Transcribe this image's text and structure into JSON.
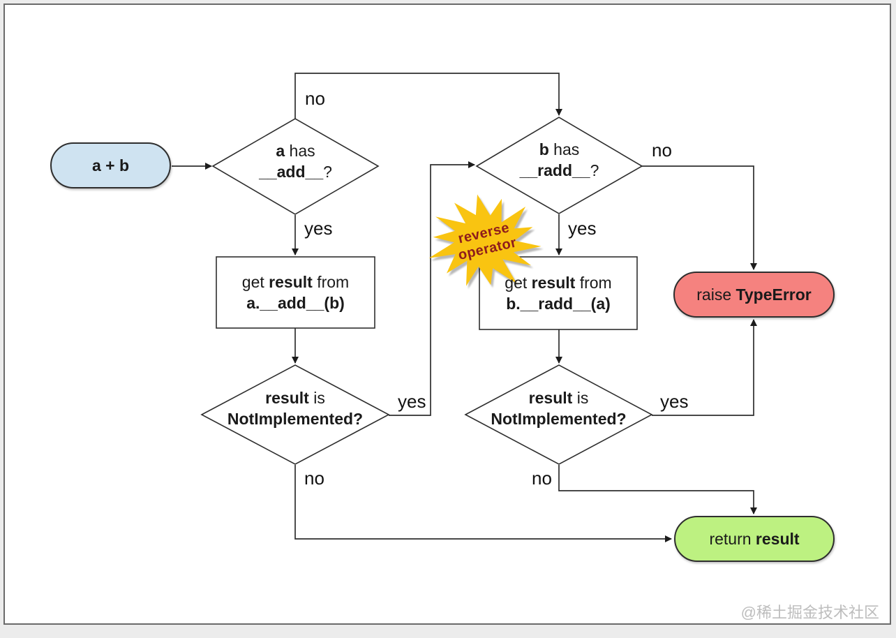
{
  "diagram": {
    "nodes": {
      "start": {
        "label": "a + b"
      },
      "check_add": {
        "line1_bold": "a",
        "line1_rest": " has",
        "line2_bold": "__add__",
        "line2_rest": "?"
      },
      "check_radd": {
        "line1_bold": "b",
        "line1_rest": " has",
        "line2_bold": "__radd__",
        "line2_rest": "?"
      },
      "get_add": {
        "line1_pre": "get ",
        "line1_bold": "result",
        "line1_post": " from",
        "line2_bold": "a.__add__(b)"
      },
      "get_radd": {
        "line1_pre": "get ",
        "line1_bold": "result",
        "line1_post": " from",
        "line2_bold": "b.__radd__(a)"
      },
      "check_notimpl_left": {
        "line1_bold": "result",
        "line1_rest": " is",
        "line2_bold": "NotImplemented?"
      },
      "check_notimpl_right": {
        "line1_bold": "result",
        "line1_rest": " is",
        "line2_bold": "NotImplemented?"
      },
      "raise_typeerror": {
        "pre": "raise ",
        "bold": "TypeError"
      },
      "return_result": {
        "pre": "return ",
        "bold": "result"
      }
    },
    "edge_labels": {
      "no_top": "no",
      "yes_add": "yes",
      "yes_radd": "yes",
      "no_radd": "no",
      "yes_left_notimpl": "yes",
      "no_left_notimpl": "no",
      "yes_right_notimpl": "yes",
      "no_right_notimpl": "no"
    },
    "callout": {
      "line1": "reverse",
      "line2": "operator"
    },
    "watermark": "@稀土掘金技术社区",
    "colors": {
      "start_fill": "#cfe3f1",
      "error_fill": "#f5827f",
      "success_fill": "#bdf181",
      "callout_fill": "#f9c411",
      "callout_text": "#8e1c1c",
      "line_color": "#2e2e2e",
      "watermark_color": "#bdbdbd"
    }
  }
}
